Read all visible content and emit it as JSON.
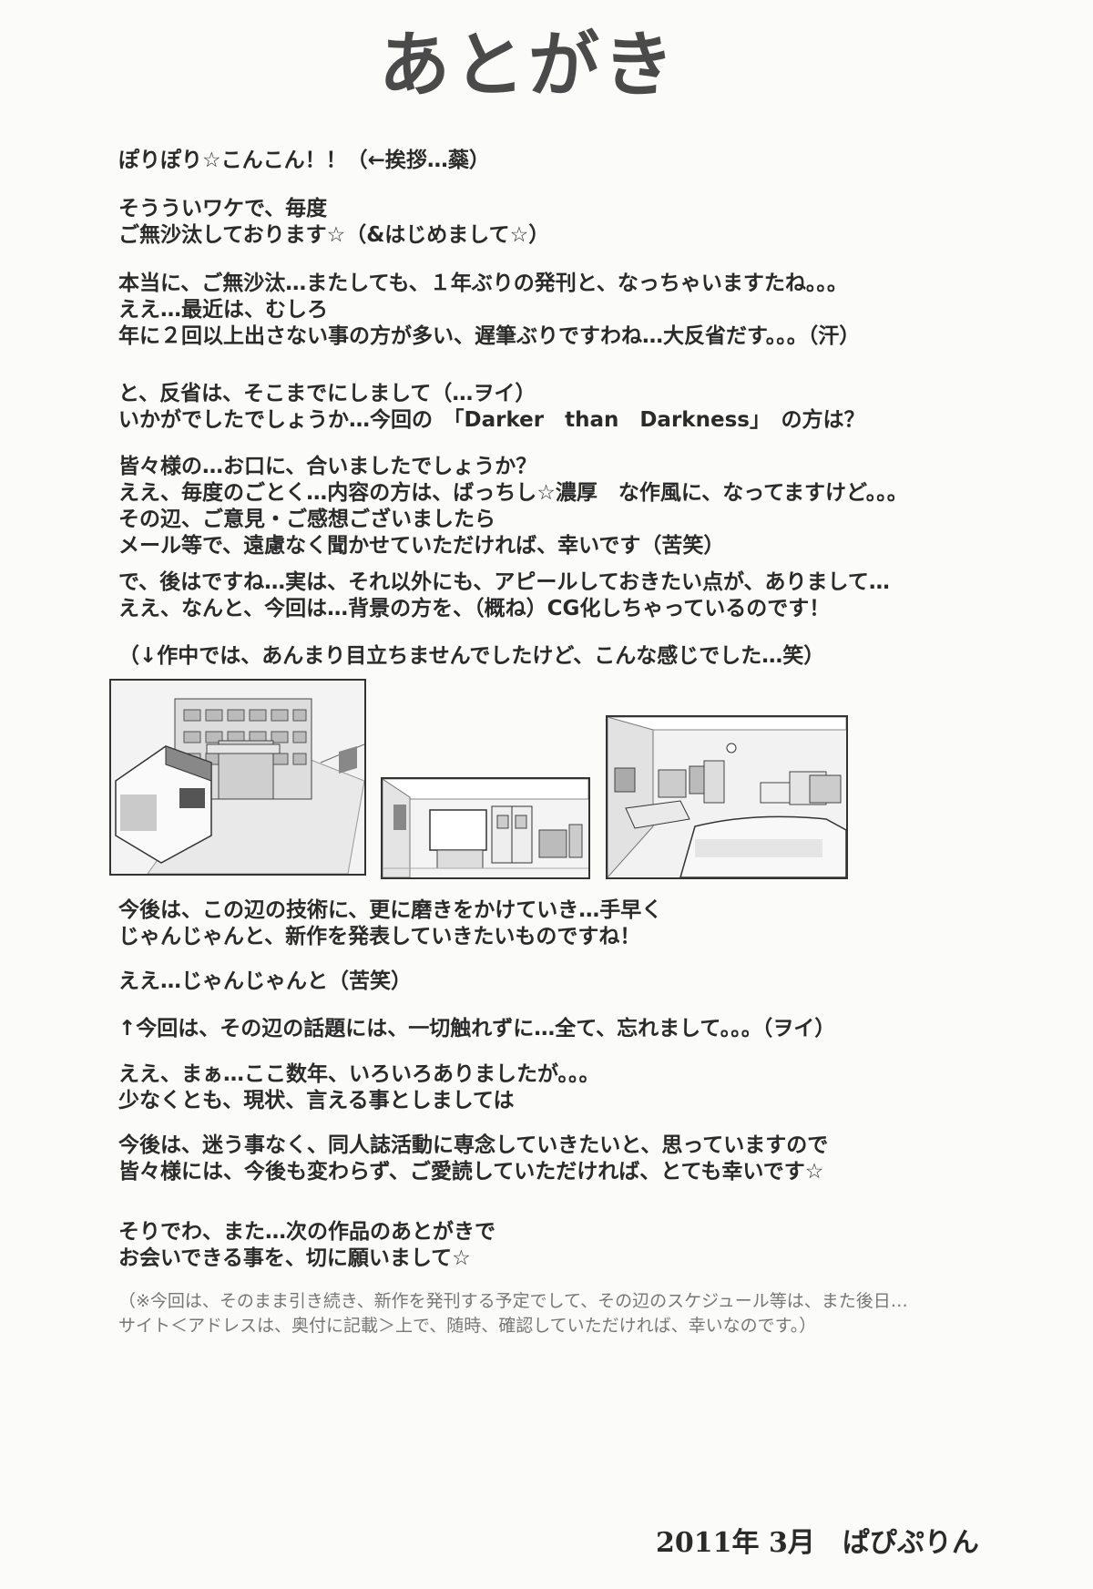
{
  "title": "あとがき",
  "paragraphs": [
    {
      "lines": [
        "ぽりぽり☆こんこん！！（←挨拶…蘂）"
      ]
    },
    {
      "lines": [
        "そうういワケで、毎度",
        "ご無沙汰しております☆（&はじめまして☆）"
      ]
    },
    {
      "lines": [
        "本当に、ご無沙汰…またしても、１年ぶりの発刊と、なっちゃいますたね。。。",
        "ええ…最近は、むしろ",
        "年に２回以上出さない事の方が多い、遅筆ぶりですわね…大反省だす。。。（汗）"
      ]
    },
    {
      "lines": [
        "と、反省は、そこまでにしまして（…ヲイ）",
        "いかがでしたでしょうか…今回の　「Darker　than　Darkness」　の方は？"
      ]
    },
    {
      "lines": [
        "皆々様の…お口に、合いましたでしょうか？",
        "ええ、毎度のごとく…内容の方は、ばっちし☆濃厚　な作風に、なってますけど。。。",
        "その辺、ご意見・ご感想ございましたら",
        "メール等で、遠慮なく聞かせていただければ、幸いです（苦笑）"
      ]
    },
    {
      "lines": [
        "で、後はですね…実は、それ以外にも、アピールしておきたい点が、ありまして…",
        "ええ、なんと、今回は…背景の方を、（概ね）CG化しちゃっているのです！"
      ]
    },
    {
      "lines": [
        "（↓作中では、あんまり目立ちませんでしたけど、こんな感じでした…笑）"
      ]
    },
    {
      "lines": [
        "今後は、この辺の技術に、更に磨きをかけていき…手早く",
        "じゃんじゃんと、新作を発表していきたいものですね！"
      ]
    },
    {
      "lines": [
        "ええ…じゃんじゃんと（苦笑）"
      ]
    },
    {
      "lines": [
        "↑今回は、その辺の話題には、一切触れずに…全て、忘れまして。。。（ヲイ）"
      ]
    },
    {
      "lines": [
        "ええ、まぁ…ここ数年、いろいろありましたが。。。",
        "少なくとも、現状、言える事としましては"
      ]
    },
    {
      "lines": [
        "今後は、迷う事なく、同人誌活動に専念していきたいと、思っていますので",
        "皆々様には、今後も変わらず、ご愛読していただければ、とても幸いです☆"
      ]
    },
    {
      "lines": [
        "そりでわ、また…次の作品のあとがきで",
        "お会いできる事を、切に願いまして☆"
      ]
    }
  ],
  "note": {
    "lines": [
      "（※今回は、そのまま引き続き、新作を発刊する予定でして、その辺のスケジュール等は、また後日…",
      "サイト＜アドレスは、奥付に記載＞上で、随時、確認していただければ、幸いなのです。）"
    ]
  },
  "signature": "2011年 3月　ぱぴぷりん"
}
